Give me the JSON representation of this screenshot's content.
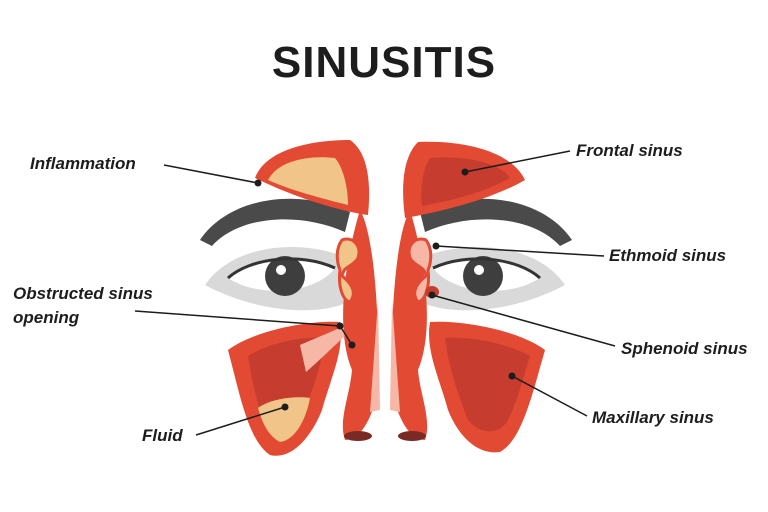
{
  "title": "SINUSITIS",
  "labels": {
    "inflammation": "Inflammation",
    "obstructed_line1": "Obstructed sinus",
    "obstructed_line2": "opening",
    "fluid": "Fluid",
    "frontal": "Frontal sinus",
    "ethmoid": "Ethmoid sinus",
    "sphenoid": "Sphenoid sinus",
    "maxillary": "Maxillary sinus"
  },
  "colors": {
    "inflamed_tissue": "#e24a33",
    "sinus_fill": "#c63d2f",
    "tissue_pale": "#f6b7a6",
    "fluid": "#f1c48a",
    "eyebrow": "#4a4a4a",
    "eye_socket": "#d9d9d9",
    "iris": "#3e3e3e"
  }
}
